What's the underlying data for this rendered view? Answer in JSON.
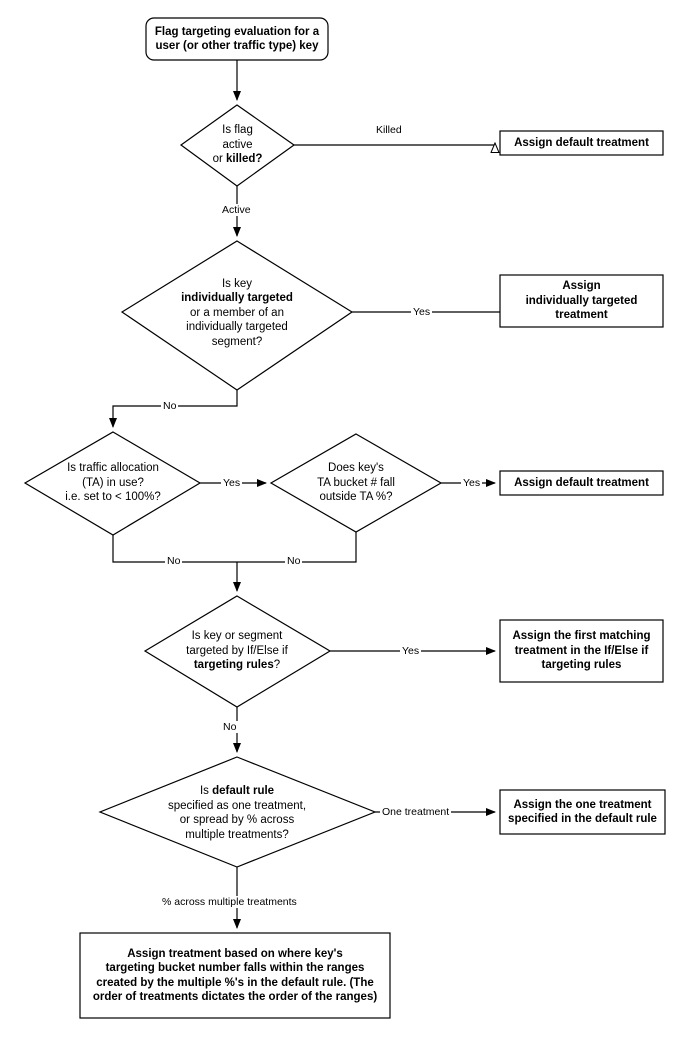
{
  "diagram": {
    "title": "Flag targeting evaluation flowchart",
    "type": "flowchart",
    "stroke_color": "#000000",
    "fill_color": "#FFFFFF",
    "text_color": "#000000"
  },
  "nodes": {
    "start": {
      "shape": "rounded-rectangle",
      "line1": "Flag targeting evaluation for a",
      "line2": "user (or other traffic type) key"
    },
    "d_flag": {
      "shape": "diamond",
      "line1": "Is flag",
      "line2": "active",
      "line3_plain": "or ",
      "line3_bold": "killed?"
    },
    "b_default_1": {
      "shape": "rectangle",
      "text": "Assign default treatment"
    },
    "d_individual": {
      "shape": "diamond",
      "line1": "Is key",
      "line2_bold": "individually targeted",
      "line3": "or a member of an",
      "line4": "individually targeted",
      "line5": "segment?"
    },
    "b_individual": {
      "shape": "rectangle",
      "line1": "Assign",
      "line2": "individually targeted",
      "line3": "treatment"
    },
    "d_traffic": {
      "shape": "diamond",
      "line1": "Is traffic allocation",
      "line2": "(TA) in use?",
      "line3": "i.e. set to < 100%?"
    },
    "d_bucket": {
      "shape": "diamond",
      "line1": "Does key's",
      "line2": "TA bucket # fall",
      "line3": "outside TA %?"
    },
    "b_default_2": {
      "shape": "rectangle",
      "text": "Assign default treatment"
    },
    "d_rules": {
      "shape": "diamond",
      "line1": "Is key or segment",
      "line2": "targeted by If/Else if",
      "line3_bold": "targeting rules",
      "line3_tail": "?"
    },
    "b_rules": {
      "shape": "rectangle",
      "line1": "Assign the first matching",
      "line2": "treatment in the If/Else if",
      "line3": "targeting rules"
    },
    "d_defaultrule": {
      "shape": "diamond",
      "line1_plain": "Is ",
      "line1_bold": "default rule",
      "line2": "specified as one treatment,",
      "line3": "or spread by % across",
      "line4": "multiple treatments?"
    },
    "b_one_treatment": {
      "shape": "rectangle",
      "line1": "Assign the one treatment",
      "line2": "specified in the default rule"
    },
    "b_final": {
      "shape": "rectangle",
      "line1": "Assign treatment based on where key's",
      "line2": "targeting bucket number falls within the ranges",
      "line3": "created by the multiple %'s in the default rule. (The",
      "line4": "order of treatments dictates the order of the ranges)"
    }
  },
  "edge_labels": {
    "killed": "Killed",
    "active": "Active",
    "yes_individual": "Yes",
    "no_individual": "No",
    "yes_traffic": "Yes",
    "no_traffic": "No",
    "yes_bucket": "Yes",
    "no_bucket": "No",
    "yes_rules": "Yes",
    "no_rules": "No",
    "one_treatment": "One treatment",
    "percent_across": "% across multiple treatments"
  }
}
